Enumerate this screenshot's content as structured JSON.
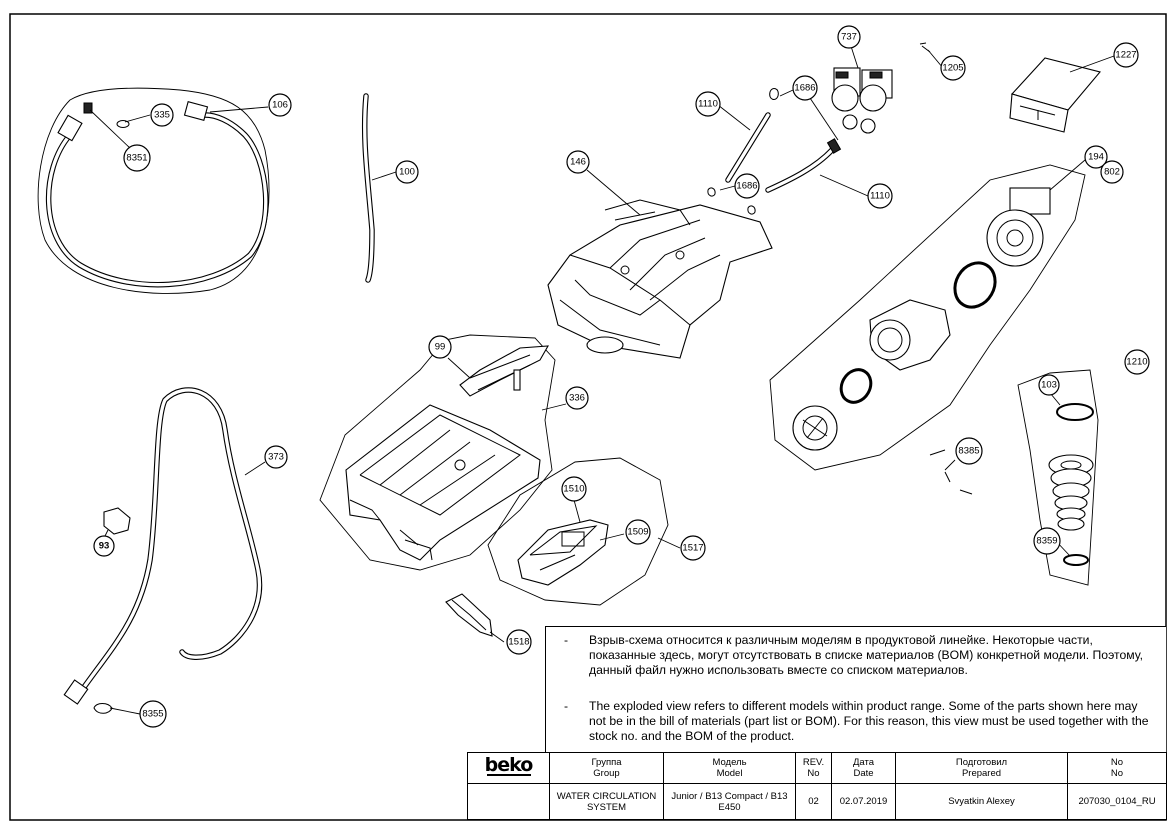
{
  "diagram": {
    "callouts": [
      {
        "id": "c106",
        "label": "106"
      },
      {
        "id": "c335",
        "label": "335"
      },
      {
        "id": "c8351",
        "label": "8351"
      },
      {
        "id": "c100",
        "label": "100"
      },
      {
        "id": "c737",
        "label": "737"
      },
      {
        "id": "c1205",
        "label": "1205"
      },
      {
        "id": "c1227",
        "label": "1227"
      },
      {
        "id": "c1110a",
        "label": "1110"
      },
      {
        "id": "c1686a",
        "label": "1686"
      },
      {
        "id": "c1686b",
        "label": "1686"
      },
      {
        "id": "c1110b",
        "label": "1110"
      },
      {
        "id": "c146",
        "label": "146"
      },
      {
        "id": "c194",
        "label": "194"
      },
      {
        "id": "c802",
        "label": "802"
      },
      {
        "id": "c99",
        "label": "99"
      },
      {
        "id": "c336",
        "label": "336"
      },
      {
        "id": "c373",
        "label": "373"
      },
      {
        "id": "c93",
        "label": "93"
      },
      {
        "id": "c1510",
        "label": "1510"
      },
      {
        "id": "c1509",
        "label": "1509"
      },
      {
        "id": "c1517",
        "label": "1517"
      },
      {
        "id": "c1518",
        "label": "1518"
      },
      {
        "id": "c8385",
        "label": "8385"
      },
      {
        "id": "c1210",
        "label": "1210"
      },
      {
        "id": "c103",
        "label": "103"
      },
      {
        "id": "c8359",
        "label": "8359"
      },
      {
        "id": "c8355",
        "label": "8355"
      }
    ]
  },
  "notes": {
    "dash": "-",
    "ru": "Взрыв-схема относится к различным моделям в продуктовой линейке. Некоторые части, показанные здесь, могут отсутствовать в списке материалов (BOM) конкретной модели. Поэтому, данный файл нужно использовать вместе со списком материалов.",
    "en": "The exploded view refers to different models within product range. Some of the parts shown here may not be in the bill of materials (part list or BOM). For this reason, this view must be used together with the stock no. and the BOM of the product."
  },
  "title_block": {
    "logo": "beko",
    "group_ru": "Группа",
    "group_en": "Group",
    "model_ru": "Модель",
    "model_en": "Model",
    "rev_ru": "REV.",
    "rev_en": "No",
    "date_ru": "Дата",
    "date_en": "Date",
    "prepared_ru": "Подготовил",
    "prepared_en": "Prepared",
    "no_ru": "No",
    "no_en": "No",
    "group_value": "WATER CIRCULATION SYSTEM",
    "model_value": "Junior / B13 Compact / B13 E450",
    "rev_value": "02",
    "date_value": "02.07.2019",
    "prepared_value": "Svyatkin Alexey",
    "doc_no": "207030_0104_RU"
  }
}
